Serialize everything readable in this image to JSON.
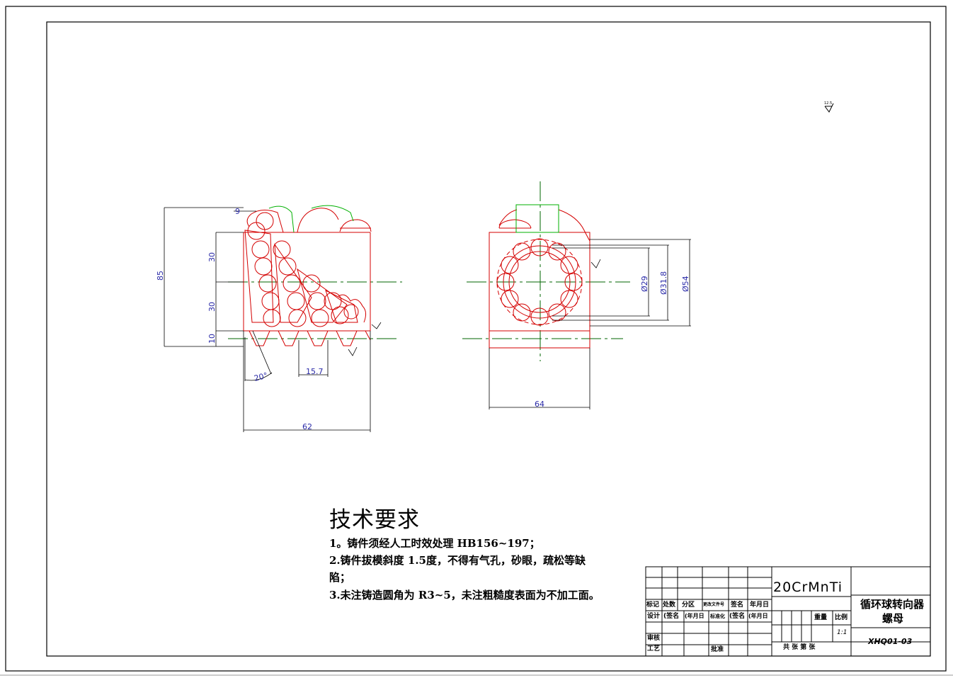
{
  "technical_requirements": {
    "title": "技术要求",
    "items": [
      "1。铸件须经人工时效处理 HB156~197；",
      "2.铸件拔模斜度 1.5度，不得有气孔，砂眼，疏松等缺",
      "陷；",
      "3.未注铸造圆角为 R3~5，未注粗糙度表面为不加工面。"
    ]
  },
  "dimensions": {
    "overall_height": "85",
    "segment_upper": "30",
    "segment_middle": "30",
    "segment_lower": "10",
    "top_small": "9",
    "angle": "20°",
    "tooth_width": "15.7",
    "left_width": "62",
    "right_width": "64",
    "dia_29": "Ø29",
    "dia_31_8": "Ø31.8",
    "dia_54": "Ø54",
    "roughness": "12.5"
  },
  "title_block": {
    "material": "20CrMnTi",
    "part_name_line1": "循环球转向器",
    "part_name_line2": "螺母",
    "drawing_number": "XHQ01-03",
    "scale": "1:1",
    "labels": {
      "mark": "标记",
      "count": "处数",
      "zone": "分区",
      "change_doc": "更改文件号",
      "sign": "签名",
      "date": "年月日",
      "design": "设计",
      "sign_paren": "(签名",
      "date_paren": "(年月日",
      "standardize": "标准化",
      "sign_paren2": "(签名",
      "date_paren2": "(年月日",
      "review": "审核",
      "process": "工艺",
      "approve": "批准",
      "weight": "重量",
      "ratio": "比例",
      "sheets": "共  张  第  张"
    }
  },
  "colors": {
    "outline": "#000000",
    "part": "#d40000",
    "dimension": "#2a2aa8",
    "center": "#006400",
    "arc_green": "#00b000"
  }
}
